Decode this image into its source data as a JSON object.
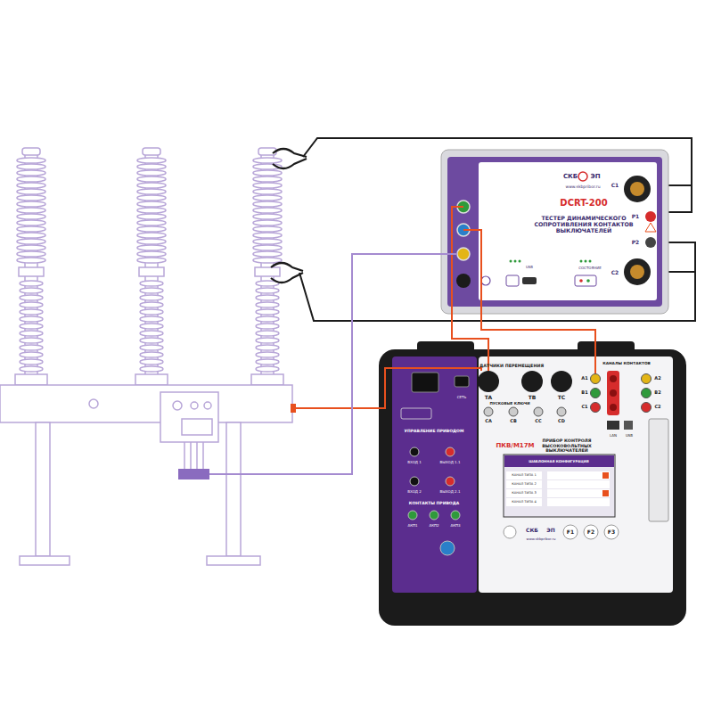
{
  "diagram": {
    "nodes": [
      {
        "text": [
          "DCRT-200",
          "ТЕСТЕР ДИНАМИЧЕСКОГО СОПРОТИВЛЕНИЯ КОНТАКТОВ ВЫКЛЮЧАТЕЛЕЙ"
        ]
      },
      {
        "text": [
          "ПКВ/М17М",
          "ПРИБОР КОНТРОЛЯ ВЫСОКОВОЛЬТНЫХ ВЫКЛЮЧАТЕЛЕЙ"
        ]
      },
      {
        "text": [
          "ШАБЛОННАЯ КОНФИГУРАЦИЯ"
        ],
        "in": 1
      }
    ],
    "edges": [
      {
        "from": 0,
        "to": 1,
        "arrow": "none"
      },
      {
        "from": 0,
        "to": 1,
        "arrow": "none"
      }
    ],
    "labels": [
      "СКБ",
      "ЭП",
      "www.skbpribor.ru",
      "C1",
      "P1",
      "P2",
      "C2",
      "USB",
      "СОСТОЯНИЕ",
      "ДАТЧИКИ ПЕРЕМЕЩЕНИЯ",
      "TA",
      "TB",
      "TC",
      "ПУСКОВЫЕ КЛЮЧИ",
      "CA",
      "CB",
      "CC",
      "CD",
      "КАНАЛЫ КОНТАКТОВ",
      "A1",
      "A2",
      "B1",
      "B2",
      "C1",
      "C2",
      "LAN",
      "USB",
      "СЕТЬ",
      "УПРАВЛЕНИЕ ПРИВОДОМ",
      "ВХОД 1",
      "ВЫХОД 1.1",
      "ВХОД 2",
      "ВЫХОД 2.1",
      "КОНТАКТЫ ПРИВОДА",
      "АКП1",
      "АКП2",
      "АКП3",
      "СКБ",
      "ЭП",
      "www.skbpribor.ru",
      "F1",
      "F2",
      "F3",
      "КАНАЛ ТИПА 1",
      "КАНАЛ ТИПА 2",
      "КАНАЛ ТИПА 3",
      "КАНАЛ ТИПА 4"
    ]
  }
}
